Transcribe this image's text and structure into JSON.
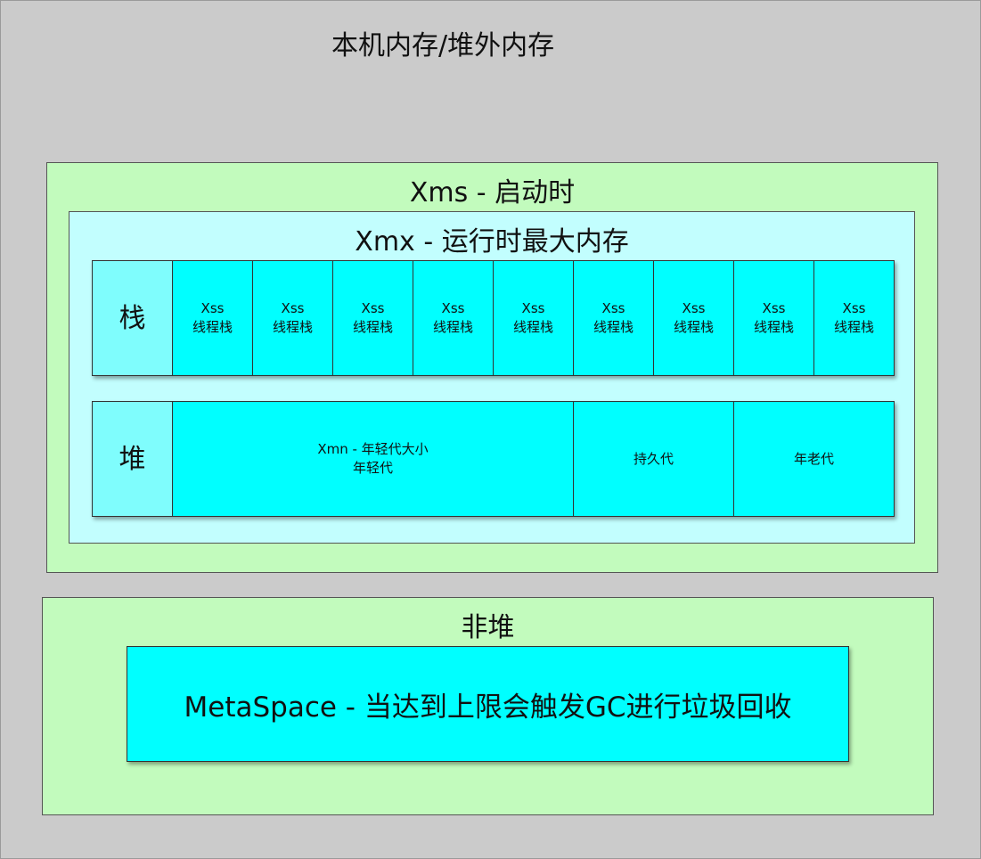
{
  "title": "本机内存/堆外内存",
  "xms_label": "Xms - 启动时",
  "xmx_label": "Xmx - 运行时最大内存",
  "stack": {
    "label": "栈",
    "cells": [
      {
        "line1": "Xss",
        "line2": "线程栈"
      },
      {
        "line1": "Xss",
        "line2": "线程栈"
      },
      {
        "line1": "Xss",
        "line2": "线程栈"
      },
      {
        "line1": "Xss",
        "line2": "线程栈"
      },
      {
        "line1": "Xss",
        "line2": "线程栈"
      },
      {
        "line1": "Xss",
        "line2": "线程栈"
      },
      {
        "line1": "Xss",
        "line2": "线程栈"
      },
      {
        "line1": "Xss",
        "line2": "线程栈"
      },
      {
        "line1": "Xss",
        "line2": "线程栈"
      }
    ]
  },
  "heap": {
    "label": "堆",
    "young": {
      "line1": "Xmn - 年轻代大小",
      "line2": "年轻代"
    },
    "perm": "持久代",
    "old": "年老代"
  },
  "nonheap": {
    "label": "非堆",
    "metaspace": "MetaSpace - 当达到上限会触发GC进行垃圾回收"
  }
}
